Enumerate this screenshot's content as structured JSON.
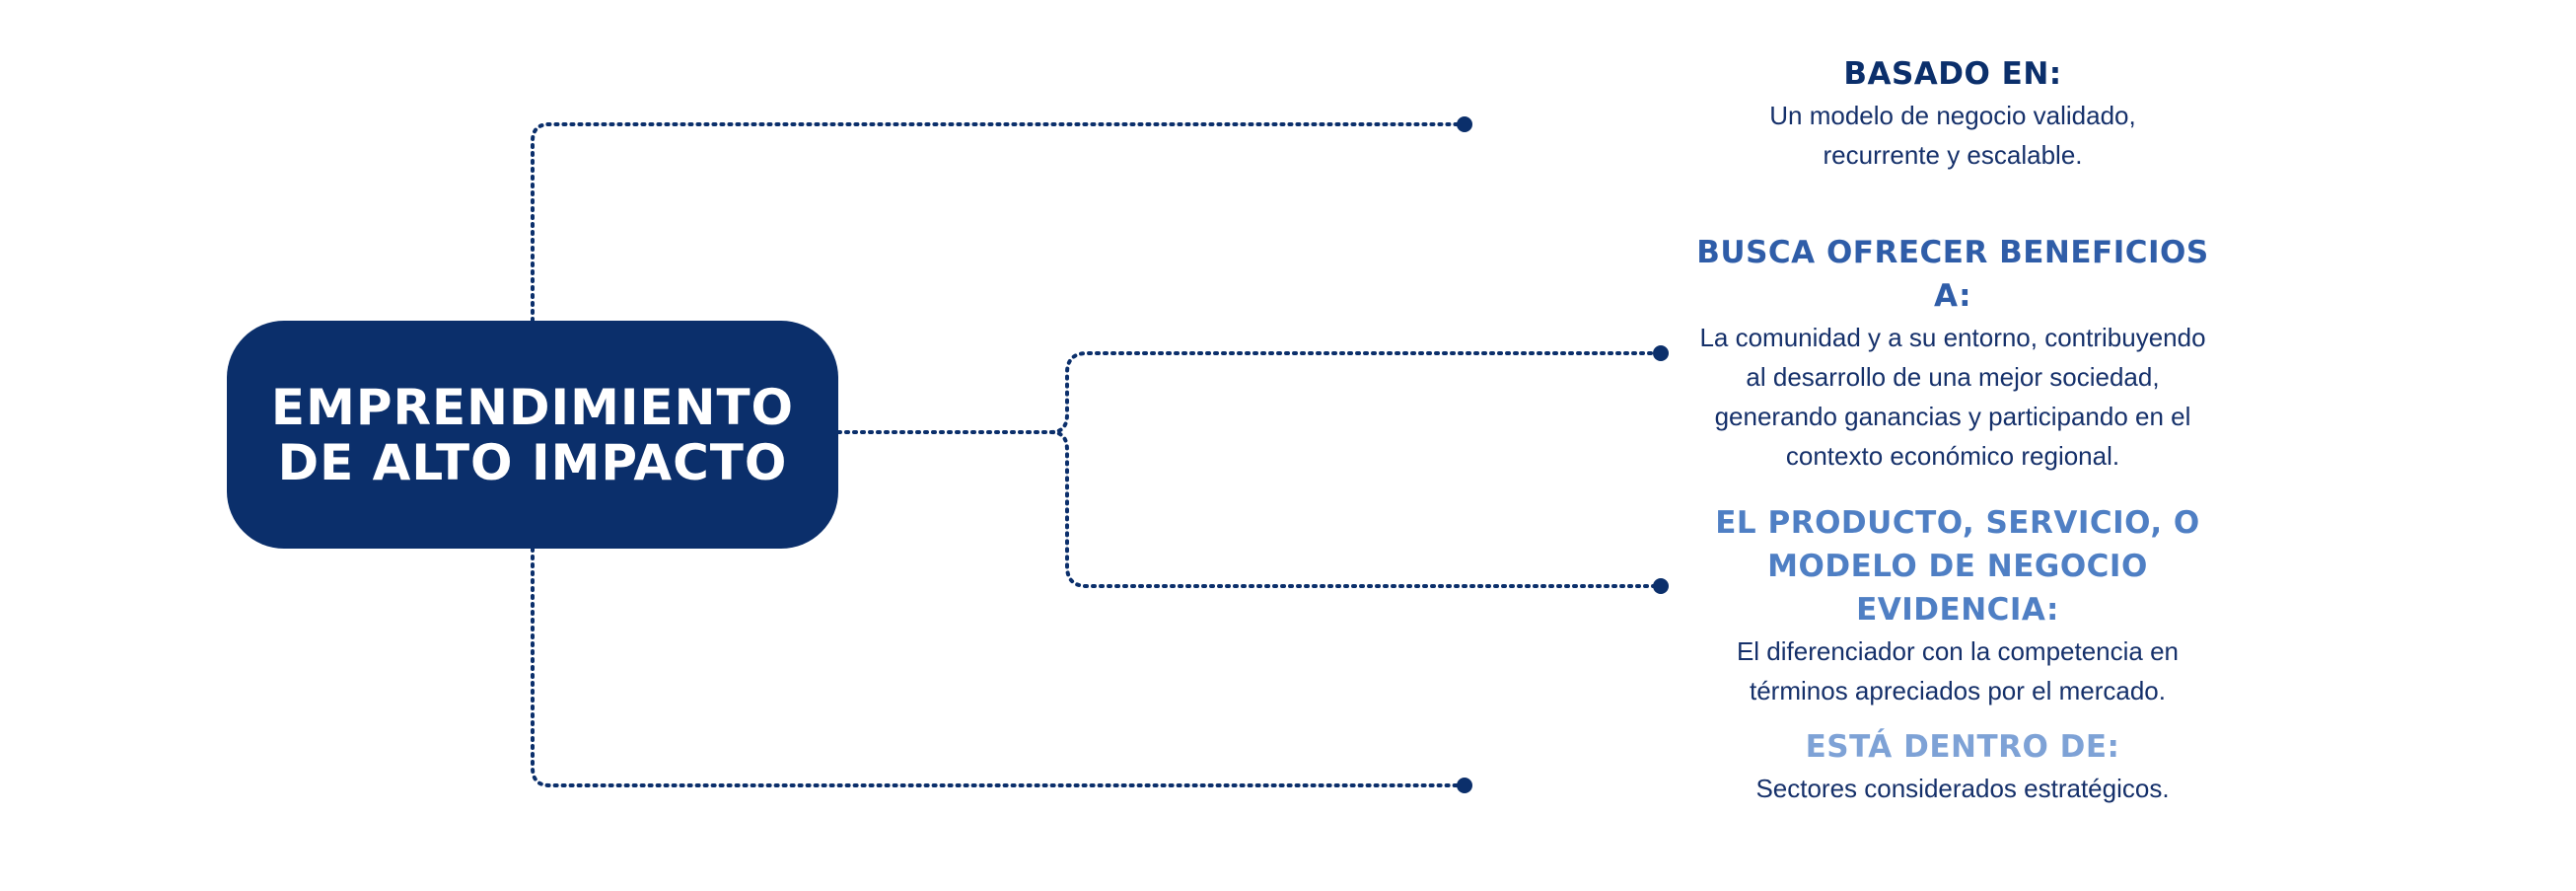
{
  "central": {
    "title": "EMPRENDIMIENTO DE ALTO IMPACTO",
    "color": "#0b2f6b"
  },
  "connector_color": "#0b2f6b",
  "nodes": [
    {
      "heading": "BASADO EN:",
      "text": "Un modelo de negocio validado, recurrente y escalable.",
      "heading_color": "#0b2f6b"
    },
    {
      "heading": "BUSCA OFRECER BENEFICIOS A:",
      "text": "La comunidad  y a su entorno, contribuyendo al desarrollo  de una mejor sociedad, generando ganancias y participando en el contexto económico regional.",
      "heading_color": "#2f5da8"
    },
    {
      "heading": "EL PRODUCTO, SERVICIO, O MODELO DE NEGOCIO EVIDENCIA:",
      "text": "El diferenciador con la competencia en términos apreciados por el mercado.",
      "heading_color": "#4f7fc4"
    },
    {
      "heading": "ESTÁ DENTRO DE:",
      "text": "Sectores considerados estratégicos.",
      "heading_color": "#7ea2d6"
    }
  ]
}
